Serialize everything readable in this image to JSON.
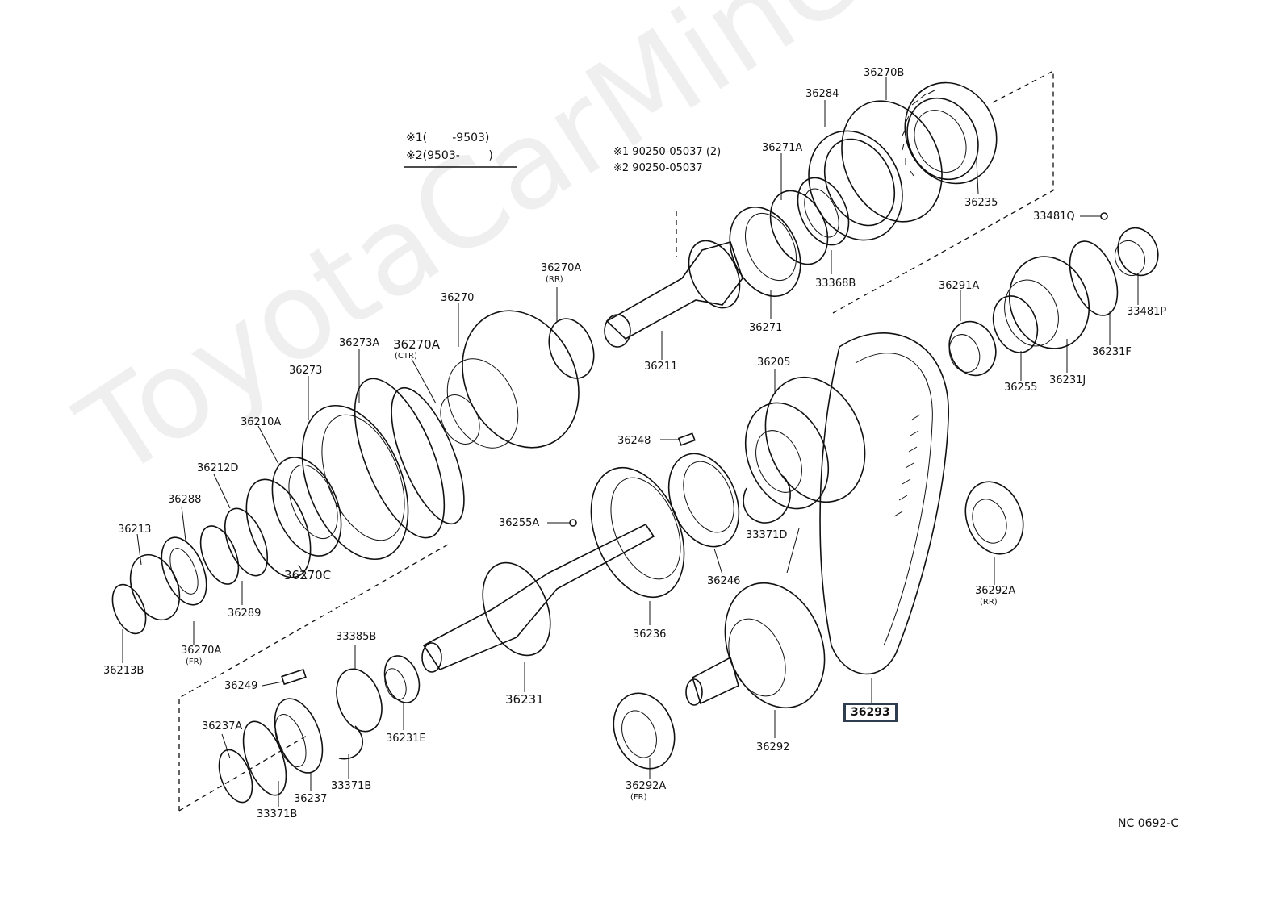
{
  "watermark": "ToyotaCarMine.ru",
  "notes": {
    "line1": "※1(       -9503)",
    "line2": "※2(9503-        )",
    "bolt_line1": "※1 90250-05037 (2)",
    "bolt_line2": "※2 90250-05037"
  },
  "drawing_code": "NC  0692-C",
  "highlighted_part": "36293",
  "parts": {
    "p36270B": "36270B",
    "p36284": "36284",
    "p36271A": "36271A",
    "p36235": "36235",
    "p33481Q": "33481Q",
    "p36270A_rr": "36270A",
    "rr": "(RR)",
    "p36270": "36270",
    "p36273A": "36273A",
    "p36270A_ctr": "36270A",
    "ctr": "(CTR)",
    "p36273": "36273",
    "p33368B": "33368B",
    "p36271": "36271",
    "p36211": "36211",
    "p36291A": "36291A",
    "p33481P": "33481P",
    "p36231F": "36231F",
    "p36231J": "36231J",
    "p36255": "36255",
    "p36210A": "36210A",
    "p36212D": "36212D",
    "p36288": "36288",
    "p36213": "36213",
    "p36205": "36205",
    "p36248": "36248",
    "p36255A": "36255A",
    "p33371D": "33371D",
    "p36246": "36246",
    "p36270C": "36270C",
    "p36289": "36289",
    "p36270A_fr": "36270A",
    "fr": "(FR)",
    "p36213B": "36213B",
    "p36236": "36236",
    "p36292A_rr": "36292A",
    "rr2": "(RR)",
    "p33385B": "33385B",
    "p36249": "36249",
    "p36231": "36231",
    "p36231E": "36231E",
    "p36237A": "36237A",
    "p36237": "36237",
    "p33371B_a": "33371B",
    "p33371B_b": "33371B",
    "p36292": "36292",
    "p36292A_fr": "36292A",
    "fr2": "(FR)"
  }
}
